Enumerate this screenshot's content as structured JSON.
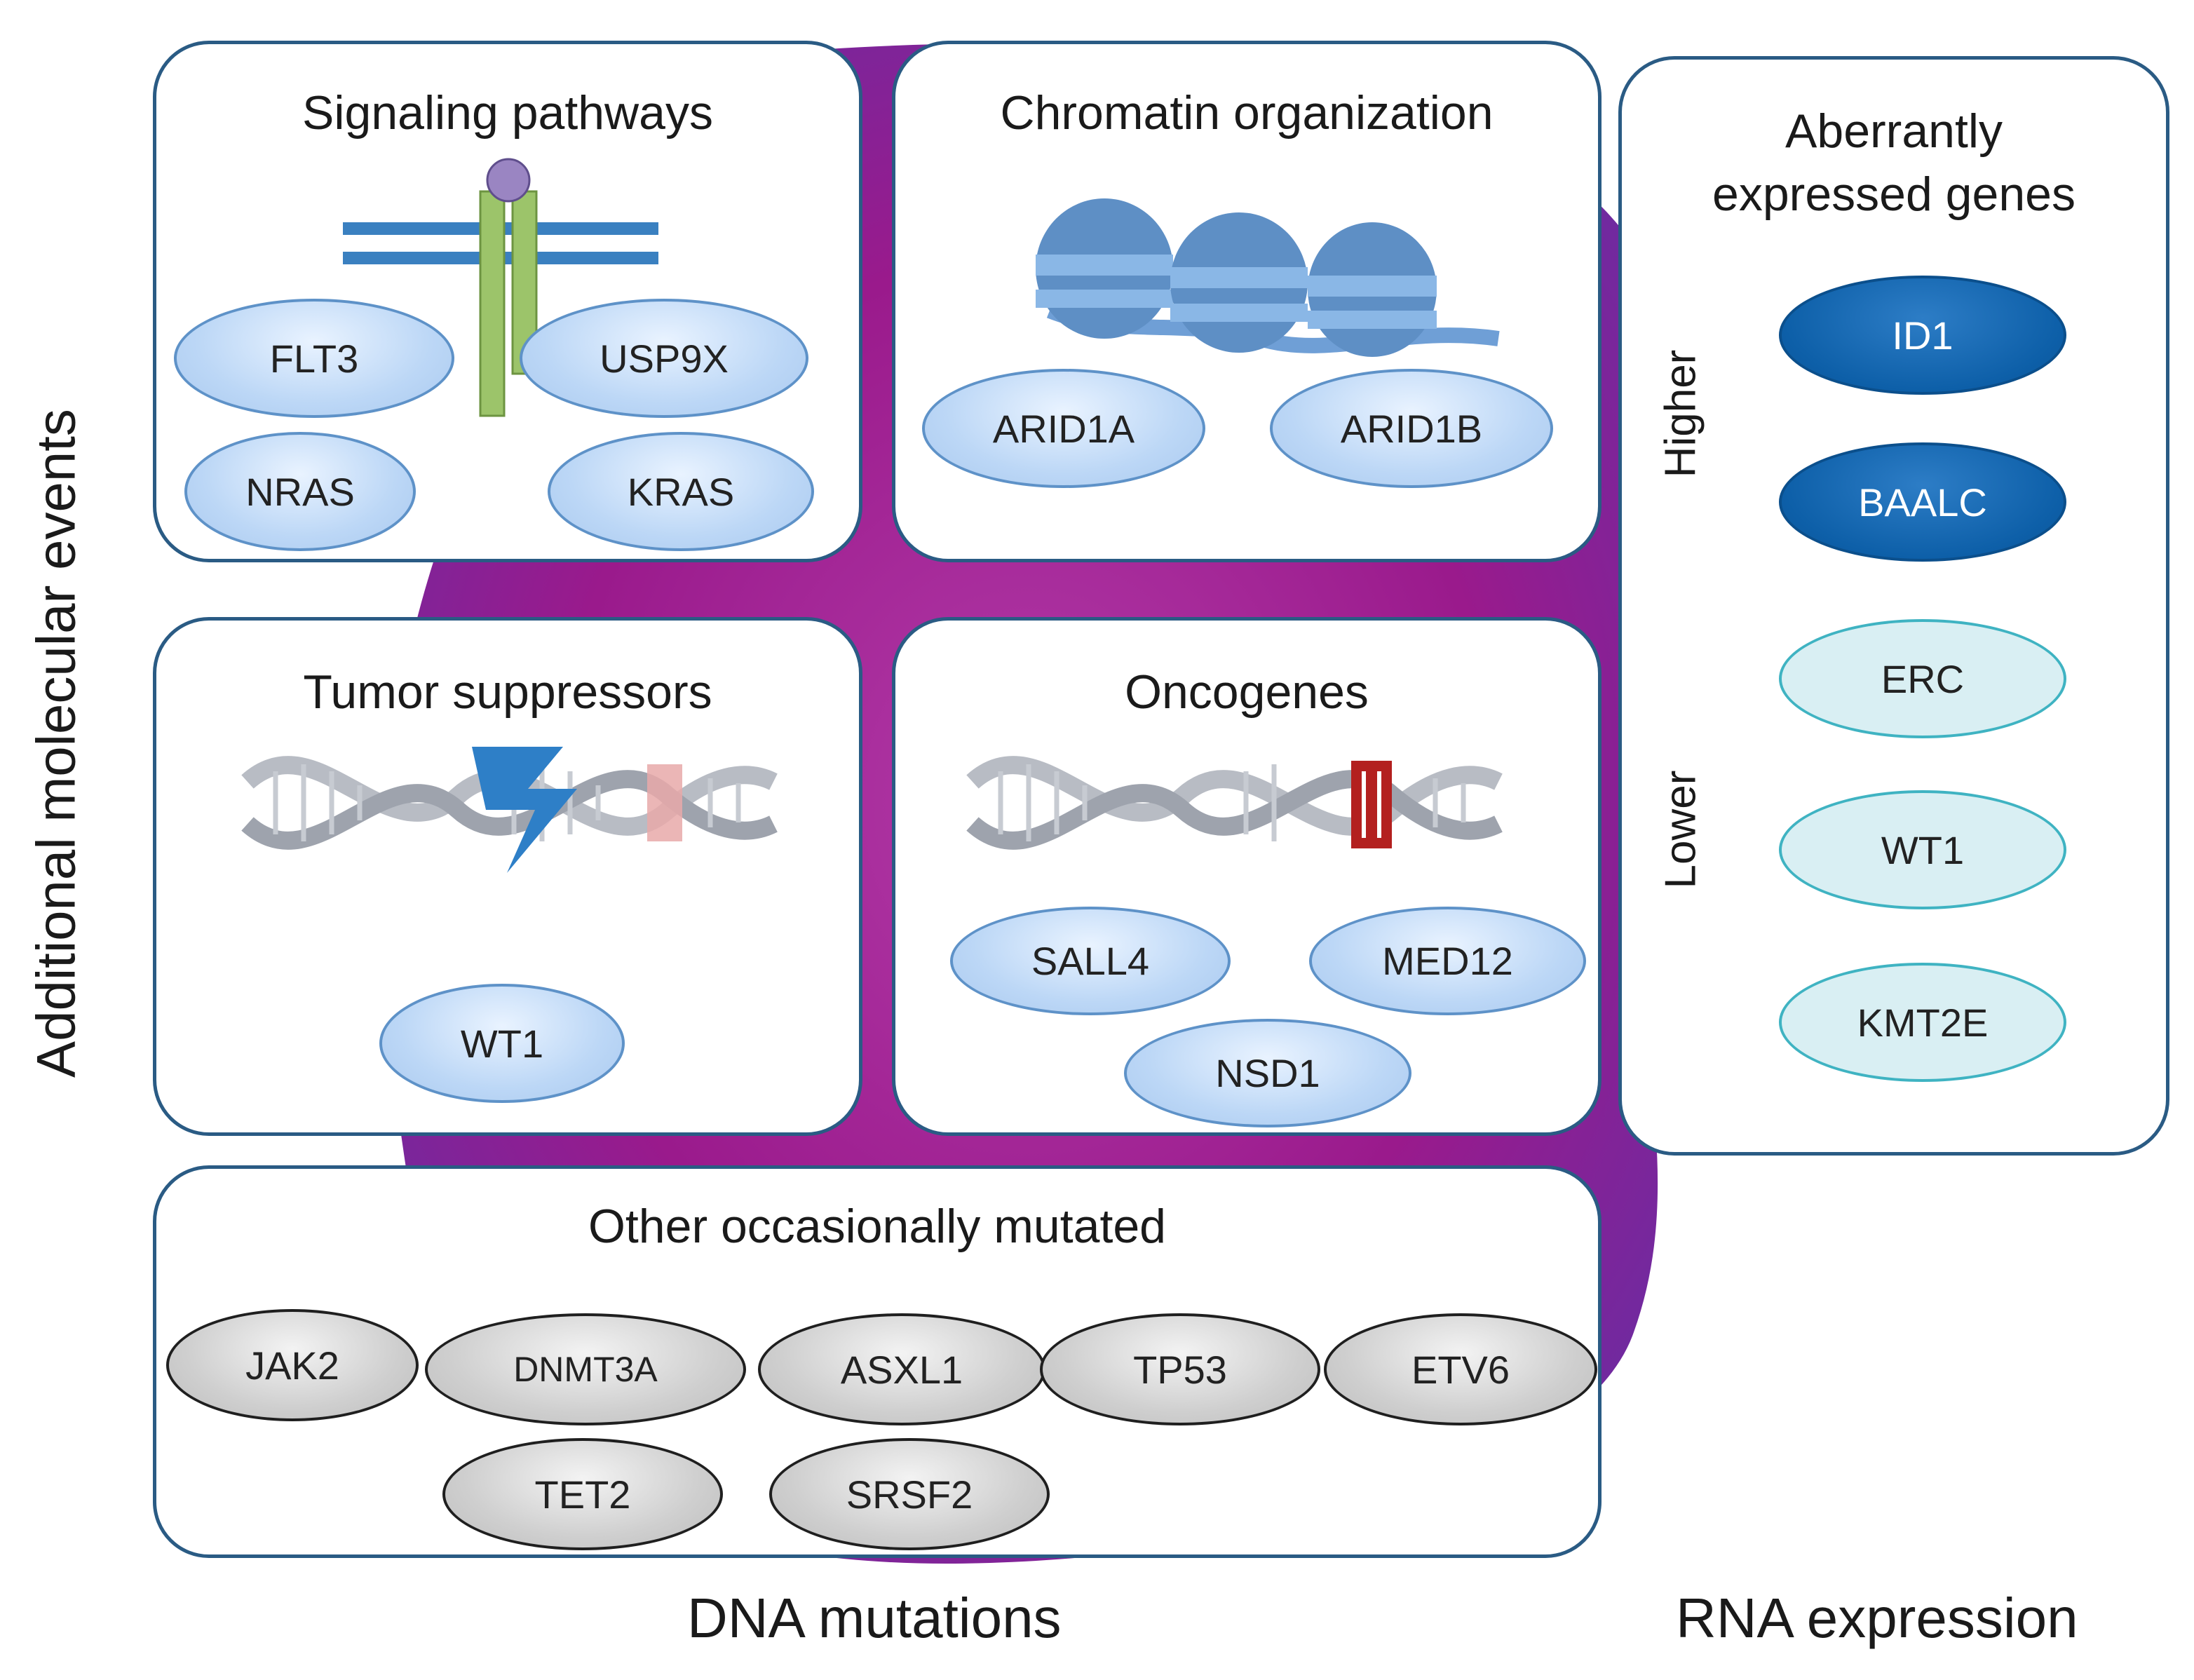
{
  "left_axis_label": "Additional molecular  events",
  "bottom_labels": {
    "dna": "DNA mutations",
    "rna": "RNA expression"
  },
  "panels": {
    "signaling": {
      "title": "Signaling pathways",
      "genes": [
        "FLT3",
        "USP9X",
        "NRAS",
        "KRAS"
      ]
    },
    "chromatin": {
      "title": "Chromatin organization",
      "genes": [
        "ARID1A",
        "ARID1B"
      ]
    },
    "tumor_suppressors": {
      "title": "Tumor suppressors",
      "genes": [
        "WT1"
      ]
    },
    "oncogenes": {
      "title": "Oncogenes",
      "genes": [
        "SALL4",
        "MED12",
        "NSD1"
      ]
    },
    "other": {
      "title": "Other occasionally mutated",
      "genes": [
        "JAK2",
        "DNMT3A",
        "ASXL1",
        "TP53",
        "ETV6",
        "TET2",
        "SRSF2"
      ]
    },
    "aberrant": {
      "title_line1": "Aberrantly",
      "title_line2": "expressed genes",
      "higher_label": "Higher",
      "lower_label": "Lower",
      "higher_genes": [
        "ID1",
        "BAALC"
      ],
      "lower_genes": [
        "ERC",
        "WT1",
        "KMT2E"
      ]
    }
  },
  "colors": {
    "panel_border": "#2a5b84",
    "mutation_oval": "#bcd7f6",
    "other_oval": "#cfcfcf",
    "higher_oval": "#0d5fa8",
    "lower_oval": "#d9eff3",
    "background_cell": "#9c1d8a"
  }
}
